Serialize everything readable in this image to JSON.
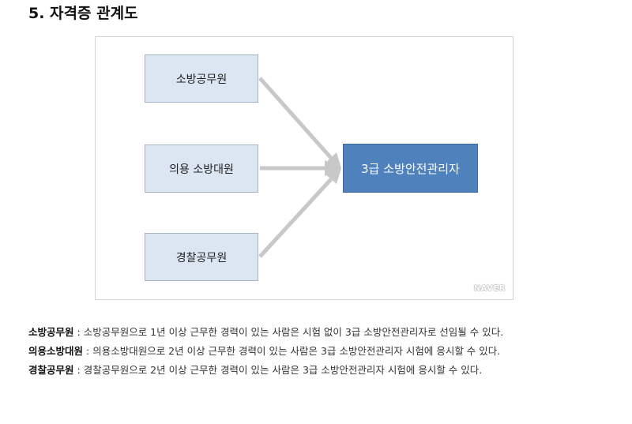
{
  "section": {
    "title": "5. 자격증 관계도"
  },
  "diagram": {
    "sources": [
      {
        "label": "소방공무원"
      },
      {
        "label": "의용 소방대원"
      },
      {
        "label": "경찰공무원"
      }
    ],
    "target": {
      "label": "3급 소방안전관리자"
    },
    "watermark": "NAVER",
    "colors": {
      "source_fill": "#dce6f2",
      "target_fill": "#4f81bd",
      "arrow": "#c8c8c8"
    }
  },
  "descriptions": [
    {
      "term": "소방공무원",
      "separator": " : ",
      "text": "소방공무원으로 1년 이상 근무한 경력이 있는 사람은 시험 없이 3급 소방안전관리자로 선임될 수 있다."
    },
    {
      "term": "의용소방대원",
      "separator": " : ",
      "text": "의용소방대원으로 2년 이상 근무한 경력이 있는 사람은 3급 소방안전관리자 시험에 응시할 수 있다."
    },
    {
      "term": "경찰공무원",
      "separator": " : ",
      "text": "경찰공무원으로 2년 이상 근무한 경력이 있는 사람은 3급 소방안전관리자 시험에 응시할 수 있다."
    }
  ]
}
